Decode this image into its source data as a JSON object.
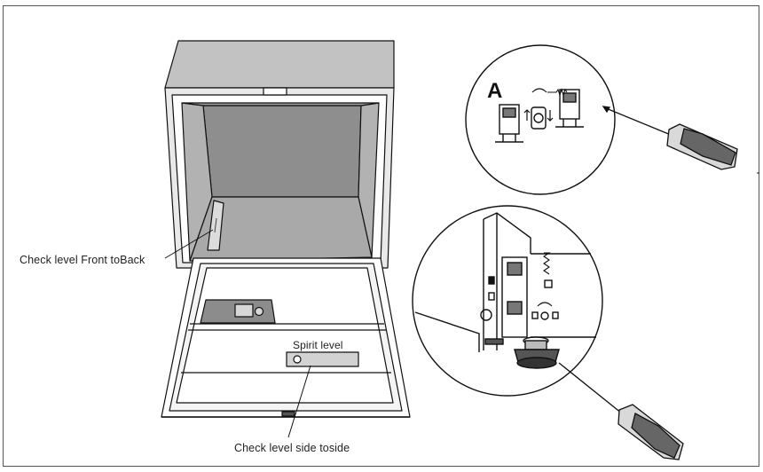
{
  "labels": {
    "front_to_back": "Check level Front toBack",
    "spirit_level": "Spirit level",
    "side_to_side": "Check level side toside",
    "detail_a": "A"
  },
  "colors": {
    "line": "#111111",
    "cabinet_fill": "#b8b8b8",
    "cavity_fill": "#8f8f8f",
    "floor_fill": "#a6a6a6",
    "border": "#555555"
  }
}
